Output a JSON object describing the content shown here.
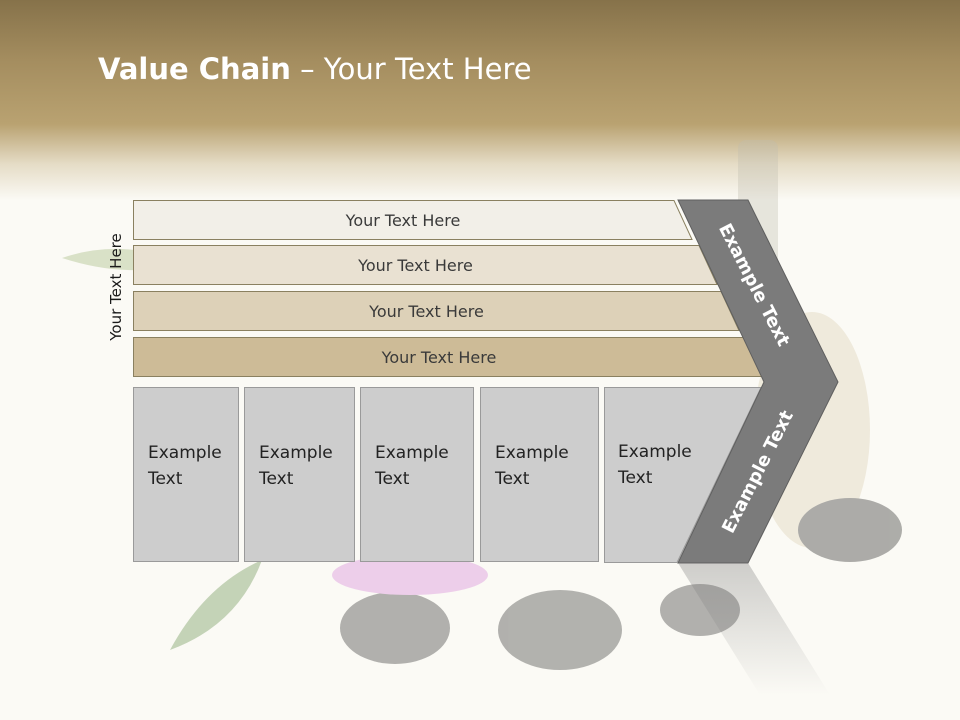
{
  "slide": {
    "title_bold": "Value Chain",
    "title_rest": " – Your Text Here",
    "side_label": "Your Text Here",
    "bars": [
      {
        "label": "Your Text Here",
        "fill": "#f2efe8"
      },
      {
        "label": "Your Text Here",
        "fill": "#e9e1d2"
      },
      {
        "label": "Your Text Here",
        "fill": "#ddd1b8"
      },
      {
        "label": "Your Text Here",
        "fill": "#cdbb97"
      }
    ],
    "boxes": [
      {
        "label": "Example\nText"
      },
      {
        "label": "Example\nText"
      },
      {
        "label": "Example\nText"
      },
      {
        "label": "Example\nText"
      },
      {
        "label": "Example\nText"
      }
    ],
    "chevron_top_text": "Example Text",
    "chevron_bottom_text": "Example Text",
    "colors": {
      "header": "#a48d5f",
      "chevron": "#7b7b7b",
      "box": "#cdcdcd"
    }
  }
}
